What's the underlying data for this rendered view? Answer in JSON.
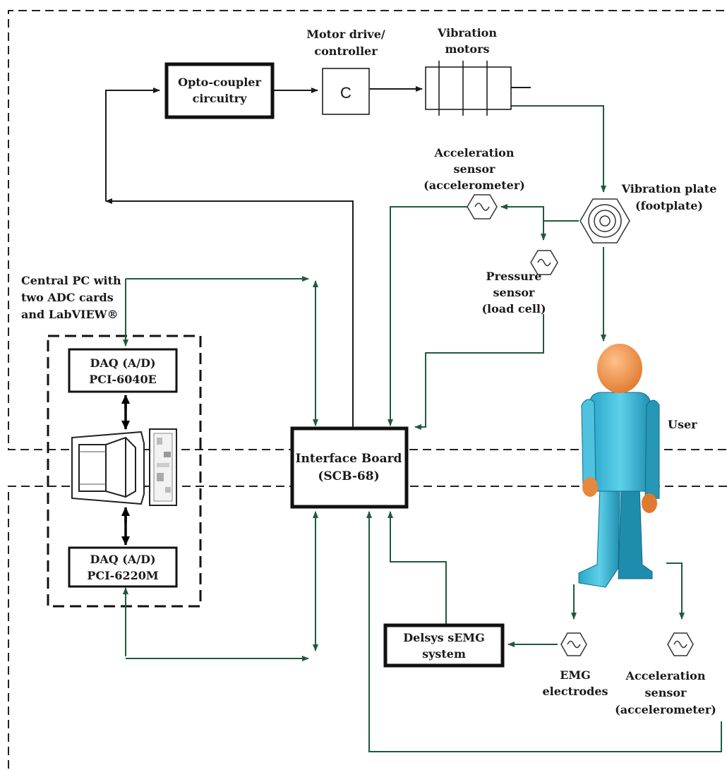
{
  "labels": {
    "motor_drive": [
      "Motor drive/",
      "controller"
    ],
    "vibration_motors": [
      "Vibration",
      "motors"
    ],
    "opto": [
      "Opto-coupler",
      "circuitry"
    ],
    "controller_symbol": "C",
    "accel_top": [
      "Acceleration",
      "sensor",
      "(accelerometer)"
    ],
    "vibration_plate": [
      "Vibration plate",
      "(footplate)"
    ],
    "pressure": [
      "Pressure",
      "sensor",
      "(load cell)"
    ],
    "central_pc": [
      "Central PC with",
      "two ADC cards",
      "and LabVIEW®"
    ],
    "daq1": [
      "DAQ (A/D)",
      "PCI-6040E"
    ],
    "daq2": [
      "DAQ (A/D)",
      "PCI-6220M"
    ],
    "interface": [
      "Interface Board",
      "(SCB-68)"
    ],
    "user": "User",
    "delsys": [
      "Delsys sEMG",
      "system"
    ],
    "emg": [
      "EMG",
      "electrodes"
    ],
    "accel_bottom": [
      "Acceleration",
      "sensor",
      "(accelerometer)"
    ]
  },
  "colors": {
    "signal_line": "#1f5a3e",
    "control_line": "#1a1a1a",
    "user_body": "#3bb7d6",
    "user_head": "#f0954a"
  },
  "icons": {
    "sensor": "sine-wave-hexagon-icon",
    "vibration_plate": "concentric-circles-hexagon-icon",
    "computer": "desktop-computer-icon",
    "user": "person-figure-icon"
  }
}
